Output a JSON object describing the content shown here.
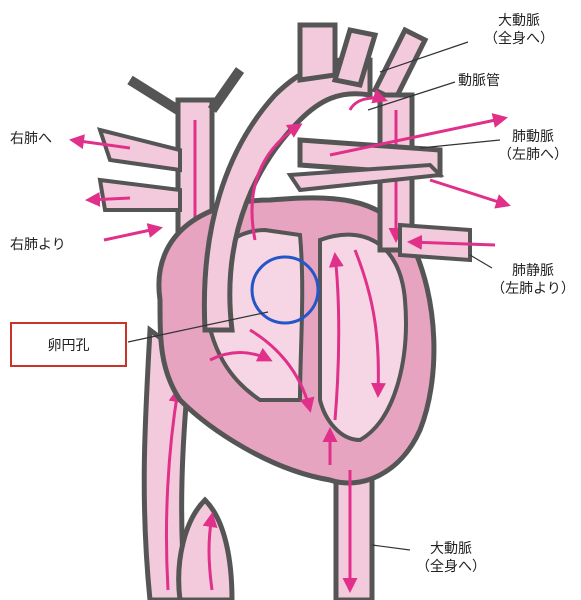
{
  "labels": {
    "aorta_top": {
      "line1": "大動脈",
      "line2": "（全身へ）"
    },
    "ductus": "動脈管",
    "pulmonary_artery": {
      "line1": "肺動脈",
      "line2": "（左肺へ）"
    },
    "to_right_lung": "右肺へ",
    "from_right_lung": "右肺より",
    "pulmonary_vein": {
      "line1": "肺静脈",
      "line2": "（左肺より）"
    },
    "foramen_ovale": "卵円孔",
    "aorta_bottom": {
      "line1": "大動脈",
      "line2": "（全身へ）"
    }
  },
  "colors": {
    "heart_pink": "#e6a4c0",
    "inner_pink": "#f6d6e4",
    "vessel_fill": "#f3cadb",
    "outline": "#555555",
    "arrow": "#e0308a",
    "highlight_circle": "#2456c8",
    "highlight_box": "#c8342a"
  }
}
